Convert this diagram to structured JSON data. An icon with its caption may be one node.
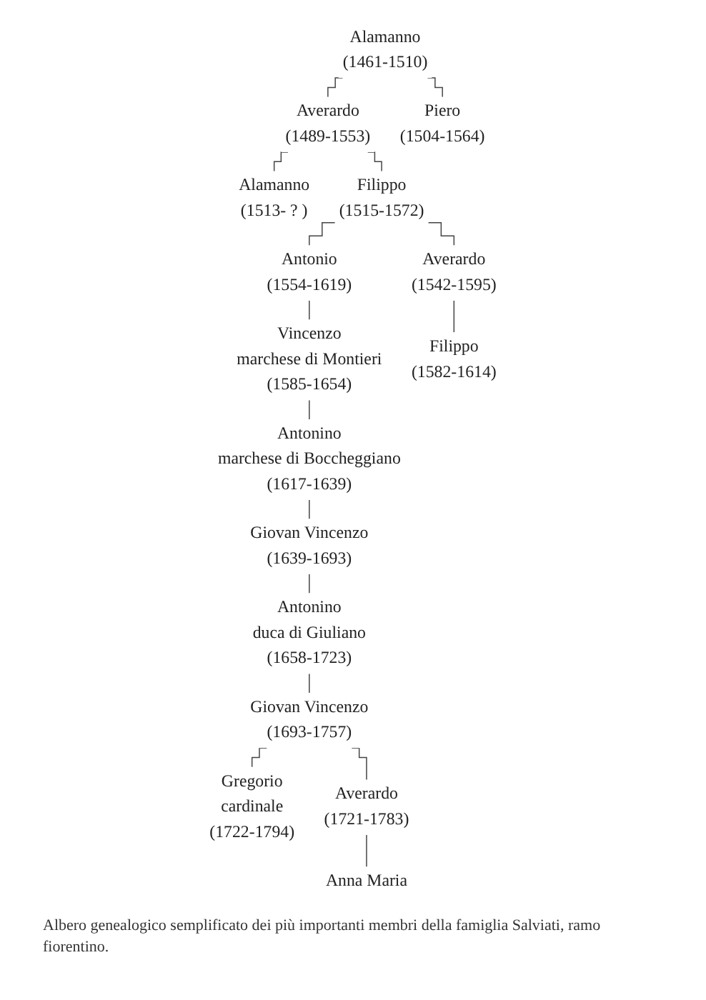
{
  "diagram": {
    "caption": "Albero genealogico semplificato dei più importanti membri della famiglia Salviati, ramo fiorentino.",
    "nodes": [
      {
        "text": [
          "Alamanno",
          "(1461-1510)"
        ]
      },
      {
        "text": [
          "Averardo",
          "(1489-1553)"
        ]
      },
      {
        "text": [
          "Piero",
          "(1504-1564)"
        ]
      },
      {
        "text": [
          "Alamanno",
          "(1513- ? )"
        ]
      },
      {
        "text": [
          "Filippo",
          "(1515-1572)"
        ]
      },
      {
        "text": [
          "Antonio",
          "(1554-1619)"
        ]
      },
      {
        "text": [
          "Averardo",
          "(1542-1595)"
        ]
      },
      {
        "text": [
          "Vincenzo",
          "marchese di Montieri",
          "(1585-1654)"
        ]
      },
      {
        "text": [
          "Filippo",
          "(1582-1614)"
        ]
      },
      {
        "text": [
          "Antonino",
          "marchese di Boccheggiano",
          "(1617-1639)"
        ]
      },
      {
        "text": [
          "Giovan Vincenzo",
          "(1639-1693)"
        ]
      },
      {
        "text": [
          "Antonino",
          "duca di Giuliano",
          "(1658-1723)"
        ]
      },
      {
        "text": [
          "Giovan Vincenzo",
          "(1693-1757)"
        ]
      },
      {
        "text": [
          "Gregorio",
          "cardinale",
          "(1722-1794)"
        ]
      },
      {
        "text": [
          "Averardo",
          "(1721-1783)"
        ]
      },
      {
        "text": [
          "Anna Maria"
        ]
      }
    ],
    "edges": [
      {
        "from": 0,
        "to": 1,
        "arrow": "none"
      },
      {
        "from": 0,
        "to": 2,
        "arrow": "none"
      },
      {
        "from": 1,
        "to": 3,
        "arrow": "none"
      },
      {
        "from": 1,
        "to": 4,
        "arrow": "none"
      },
      {
        "from": 4,
        "to": 5,
        "arrow": "none"
      },
      {
        "from": 4,
        "to": 6,
        "arrow": "none"
      },
      {
        "from": 5,
        "to": 7,
        "arrow": "none"
      },
      {
        "from": 6,
        "to": 8,
        "arrow": "none"
      },
      {
        "from": 7,
        "to": 9,
        "arrow": "none"
      },
      {
        "from": 9,
        "to": 10,
        "arrow": "none"
      },
      {
        "from": 10,
        "to": 11,
        "arrow": "none"
      },
      {
        "from": 11,
        "to": 12,
        "arrow": "none"
      },
      {
        "from": 12,
        "to": 13,
        "arrow": "none"
      },
      {
        "from": 12,
        "to": 14,
        "arrow": "none"
      },
      {
        "from": 14,
        "to": 15,
        "arrow": "none"
      }
    ]
  }
}
